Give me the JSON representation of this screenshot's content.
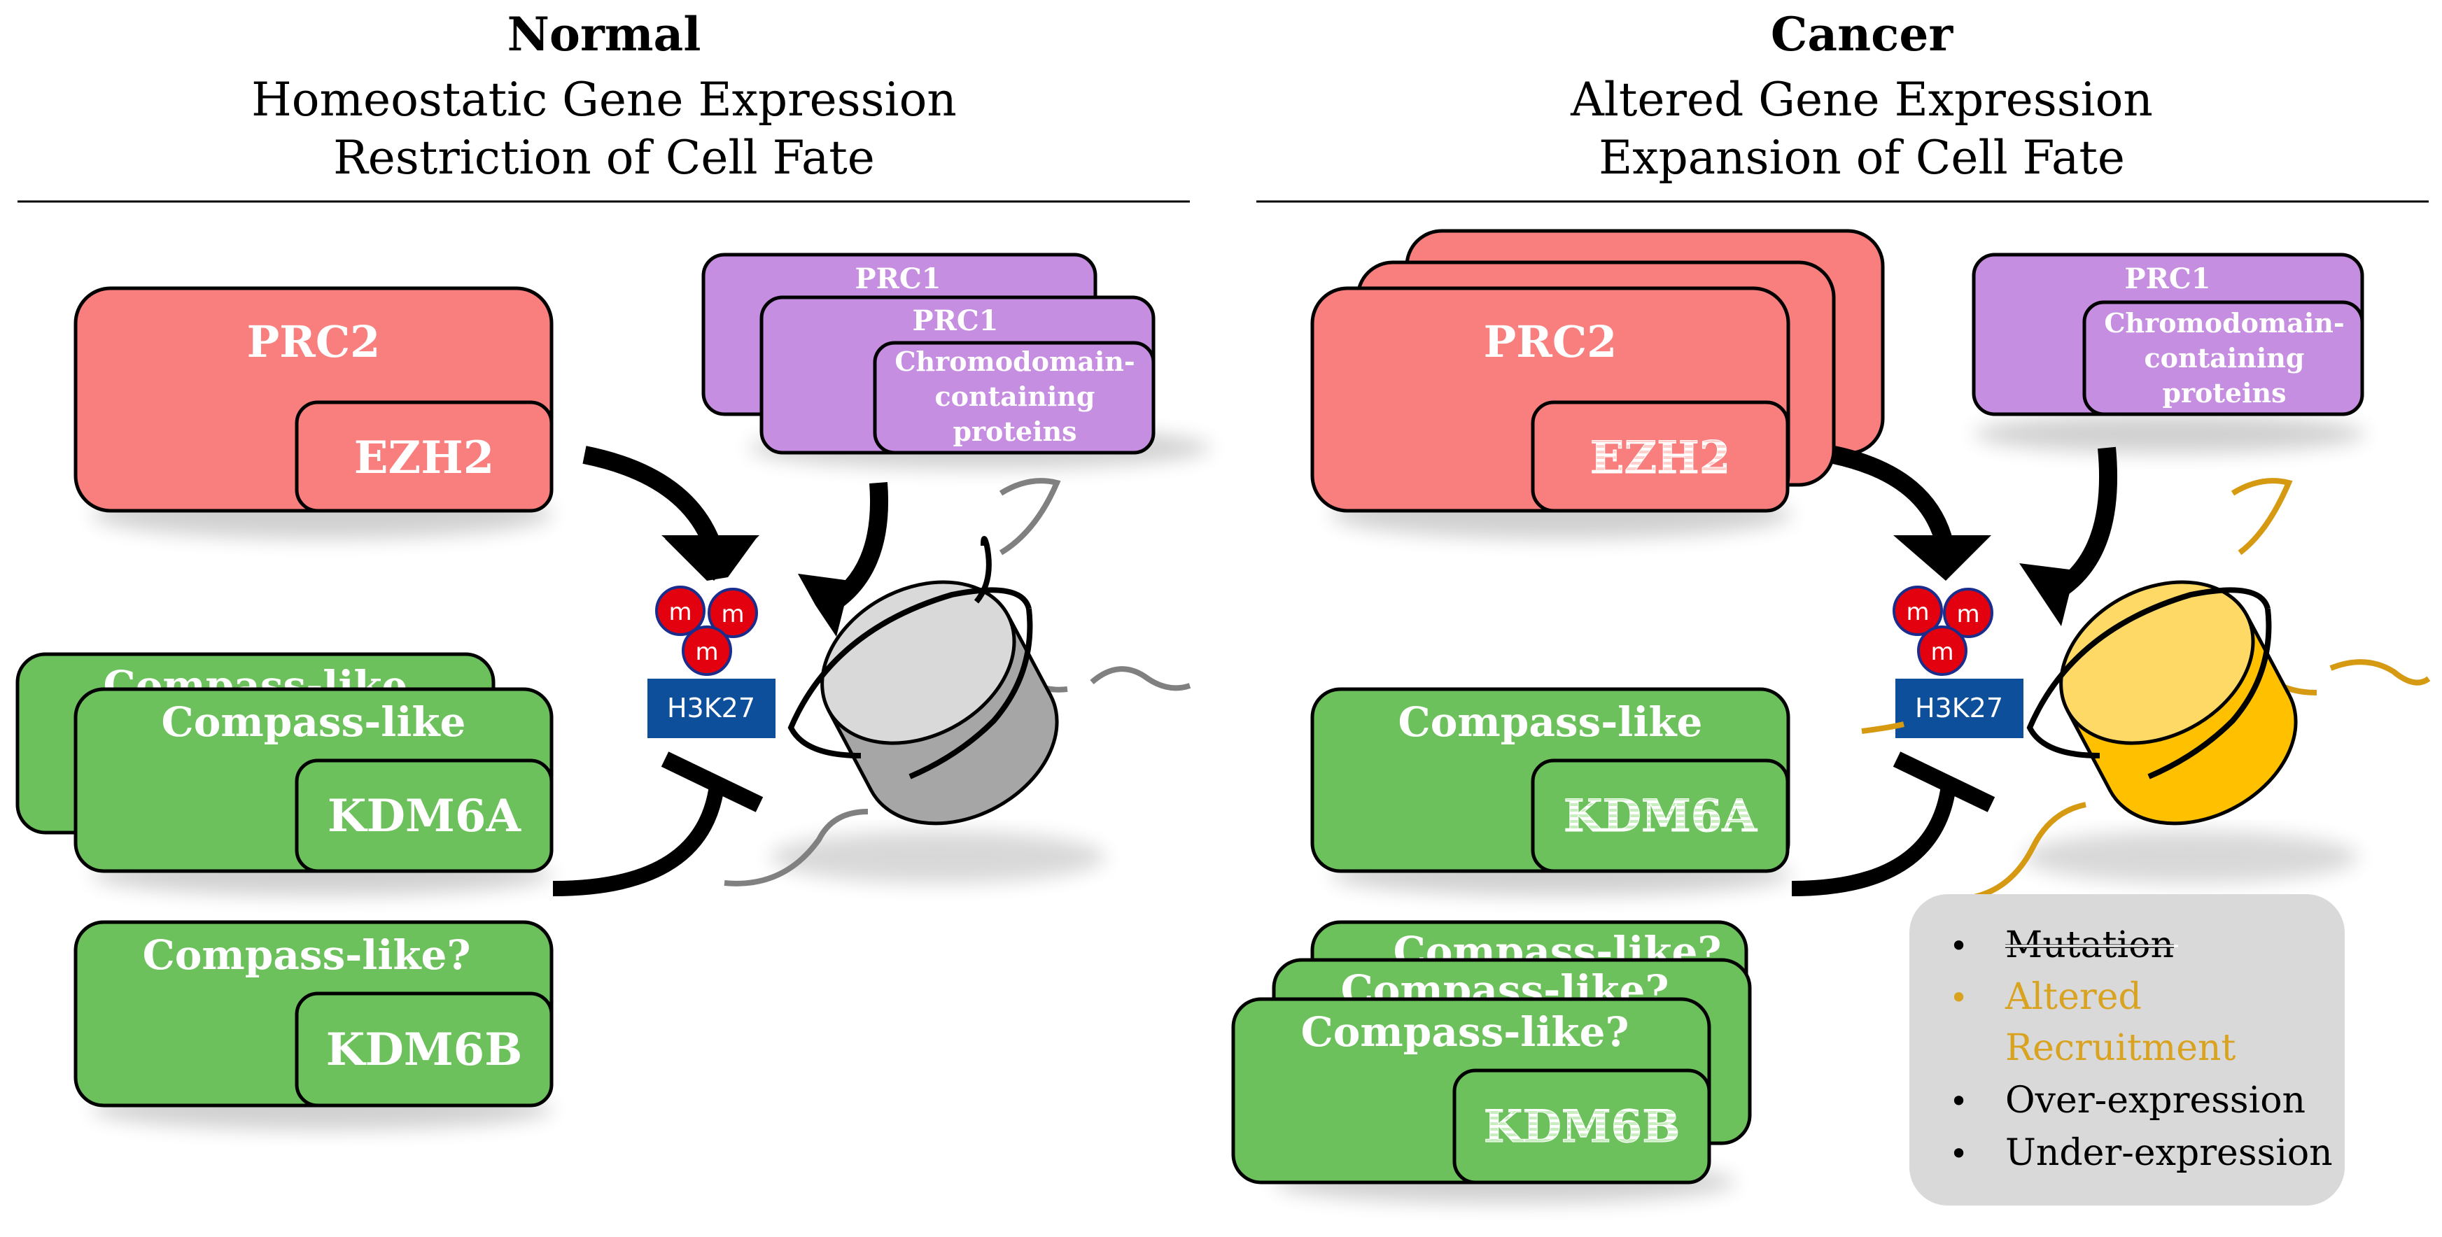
{
  "normal": {
    "title": "Normal",
    "subtitle_line1": "Homeostatic Gene Expression",
    "subtitle_line2": "Restriction of Cell Fate",
    "prc2_label": "PRC2",
    "ezh2_label": "EZH2",
    "prc1_back_label": "PRC1",
    "prc1_front_label": "PRC1",
    "chromo_line1": "Chromodomain-",
    "chromo_line2": "containing",
    "chromo_line3": "proteins",
    "compass_back_label": "Compass-like",
    "compass_front_label": "Compass-like",
    "kdm6a_label": "KDM6A",
    "compass_q_label": "Compass-like?",
    "kdm6b_label": "KDM6B",
    "h3k27_label": "H3K27",
    "methyl_label": "m"
  },
  "cancer": {
    "title": "Cancer",
    "subtitle_line1": "Altered Gene Expression",
    "subtitle_line2": "Expansion of Cell Fate",
    "prc2_label": "PRC2",
    "ezh2_label": "EZH2",
    "prc1_label": "PRC1",
    "chromo_line1": "Chromodomain-",
    "chromo_line2": "containing",
    "chromo_line3": "proteins",
    "compass_label": "Compass-like",
    "kdm6a_label": "KDM6A",
    "compass_q_label_1": "Compass-like?",
    "compass_q_label_2": "Compass-like?",
    "compass_q_label_3": "Compass-like?",
    "kdm6b_label": "KDM6B",
    "h3k27_label": "H3K27",
    "methyl_label": "m"
  },
  "legend": {
    "items": [
      {
        "label": "Mutation",
        "style": "strikethrough"
      },
      {
        "label": "Altered",
        "style": "orange"
      },
      {
        "label": "Recruitment",
        "style": "orange"
      },
      {
        "label": "Over-expression",
        "style": "stacked"
      },
      {
        "label": "Under-expression",
        "style": "absent"
      }
    ],
    "bullet": "•"
  },
  "colors": {
    "prc2_fill": "#f87f7e",
    "prc1_fill": "#c58ee0",
    "compass_fill": "#6cc15c",
    "methyl_fill": "#e3000f",
    "h3k27_fill": "#0d4f9b",
    "nucleosome_normal": "#bfbfbf",
    "nucleosome_cancer": "#ffc000",
    "dna_cancer": "#d69a12",
    "legend_bg": "#d9d9d9",
    "altered_text": "#d9a21f"
  }
}
